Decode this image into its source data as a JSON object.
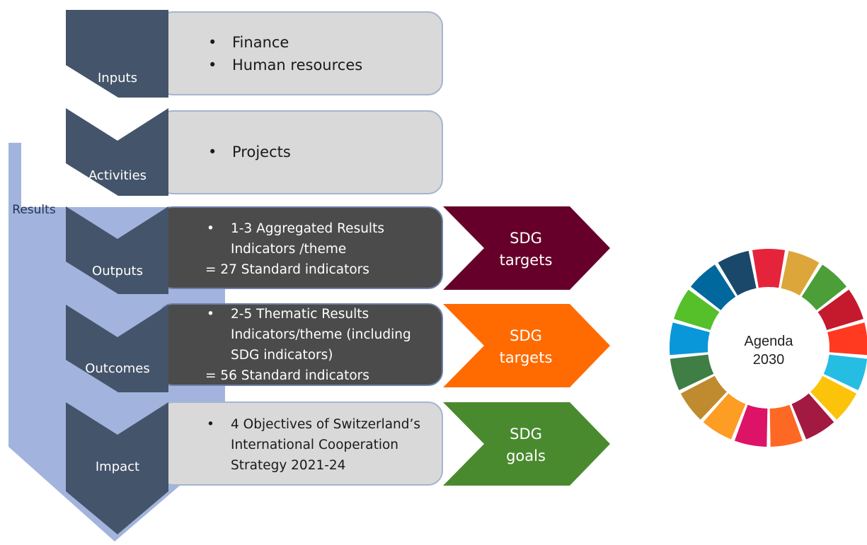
{
  "results_label": "Results",
  "levels": [
    {
      "label": "Inputs"
    },
    {
      "label": "Activities"
    },
    {
      "label": "Outputs"
    },
    {
      "label": "Outcomes"
    },
    {
      "label": "Impact"
    }
  ],
  "boxes": {
    "inputs": {
      "items": [
        "Finance",
        "Human resources"
      ]
    },
    "activities": {
      "items": [
        "Projects"
      ]
    },
    "outputs": {
      "items": [
        "1-3 Aggregated Results Indicators /theme"
      ],
      "total": "= 27 Standard indicators"
    },
    "outcomes": {
      "items": [
        "2-5 Thematic Results Indicators/theme (including SDG indicators)"
      ],
      "total": "= 56 Standard indicators"
    },
    "impact": {
      "items": [
        "4 Objectives of Switzerland’s International Cooperation Strategy 2021-24"
      ]
    }
  },
  "sdg_arrows": [
    {
      "line1": "SDG",
      "line2": "targets",
      "color": "#66002a"
    },
    {
      "line1": "SDG",
      "line2": "targets",
      "color": "#ff6b00"
    },
    {
      "line1": "SDG",
      "line2": "goals",
      "color": "#4a8a2f"
    }
  ],
  "agenda": {
    "line1": "Agenda",
    "line2": "2030",
    "colors": [
      "#e5243b",
      "#dda63a",
      "#4c9f38",
      "#c5192d",
      "#ff3a21",
      "#26bde2",
      "#fcc30b",
      "#a21942",
      "#fd6925",
      "#dd1367",
      "#fd9d24",
      "#bf8b2e",
      "#3f7e44",
      "#0a97d9",
      "#56c02b",
      "#00689d",
      "#19486a"
    ]
  }
}
